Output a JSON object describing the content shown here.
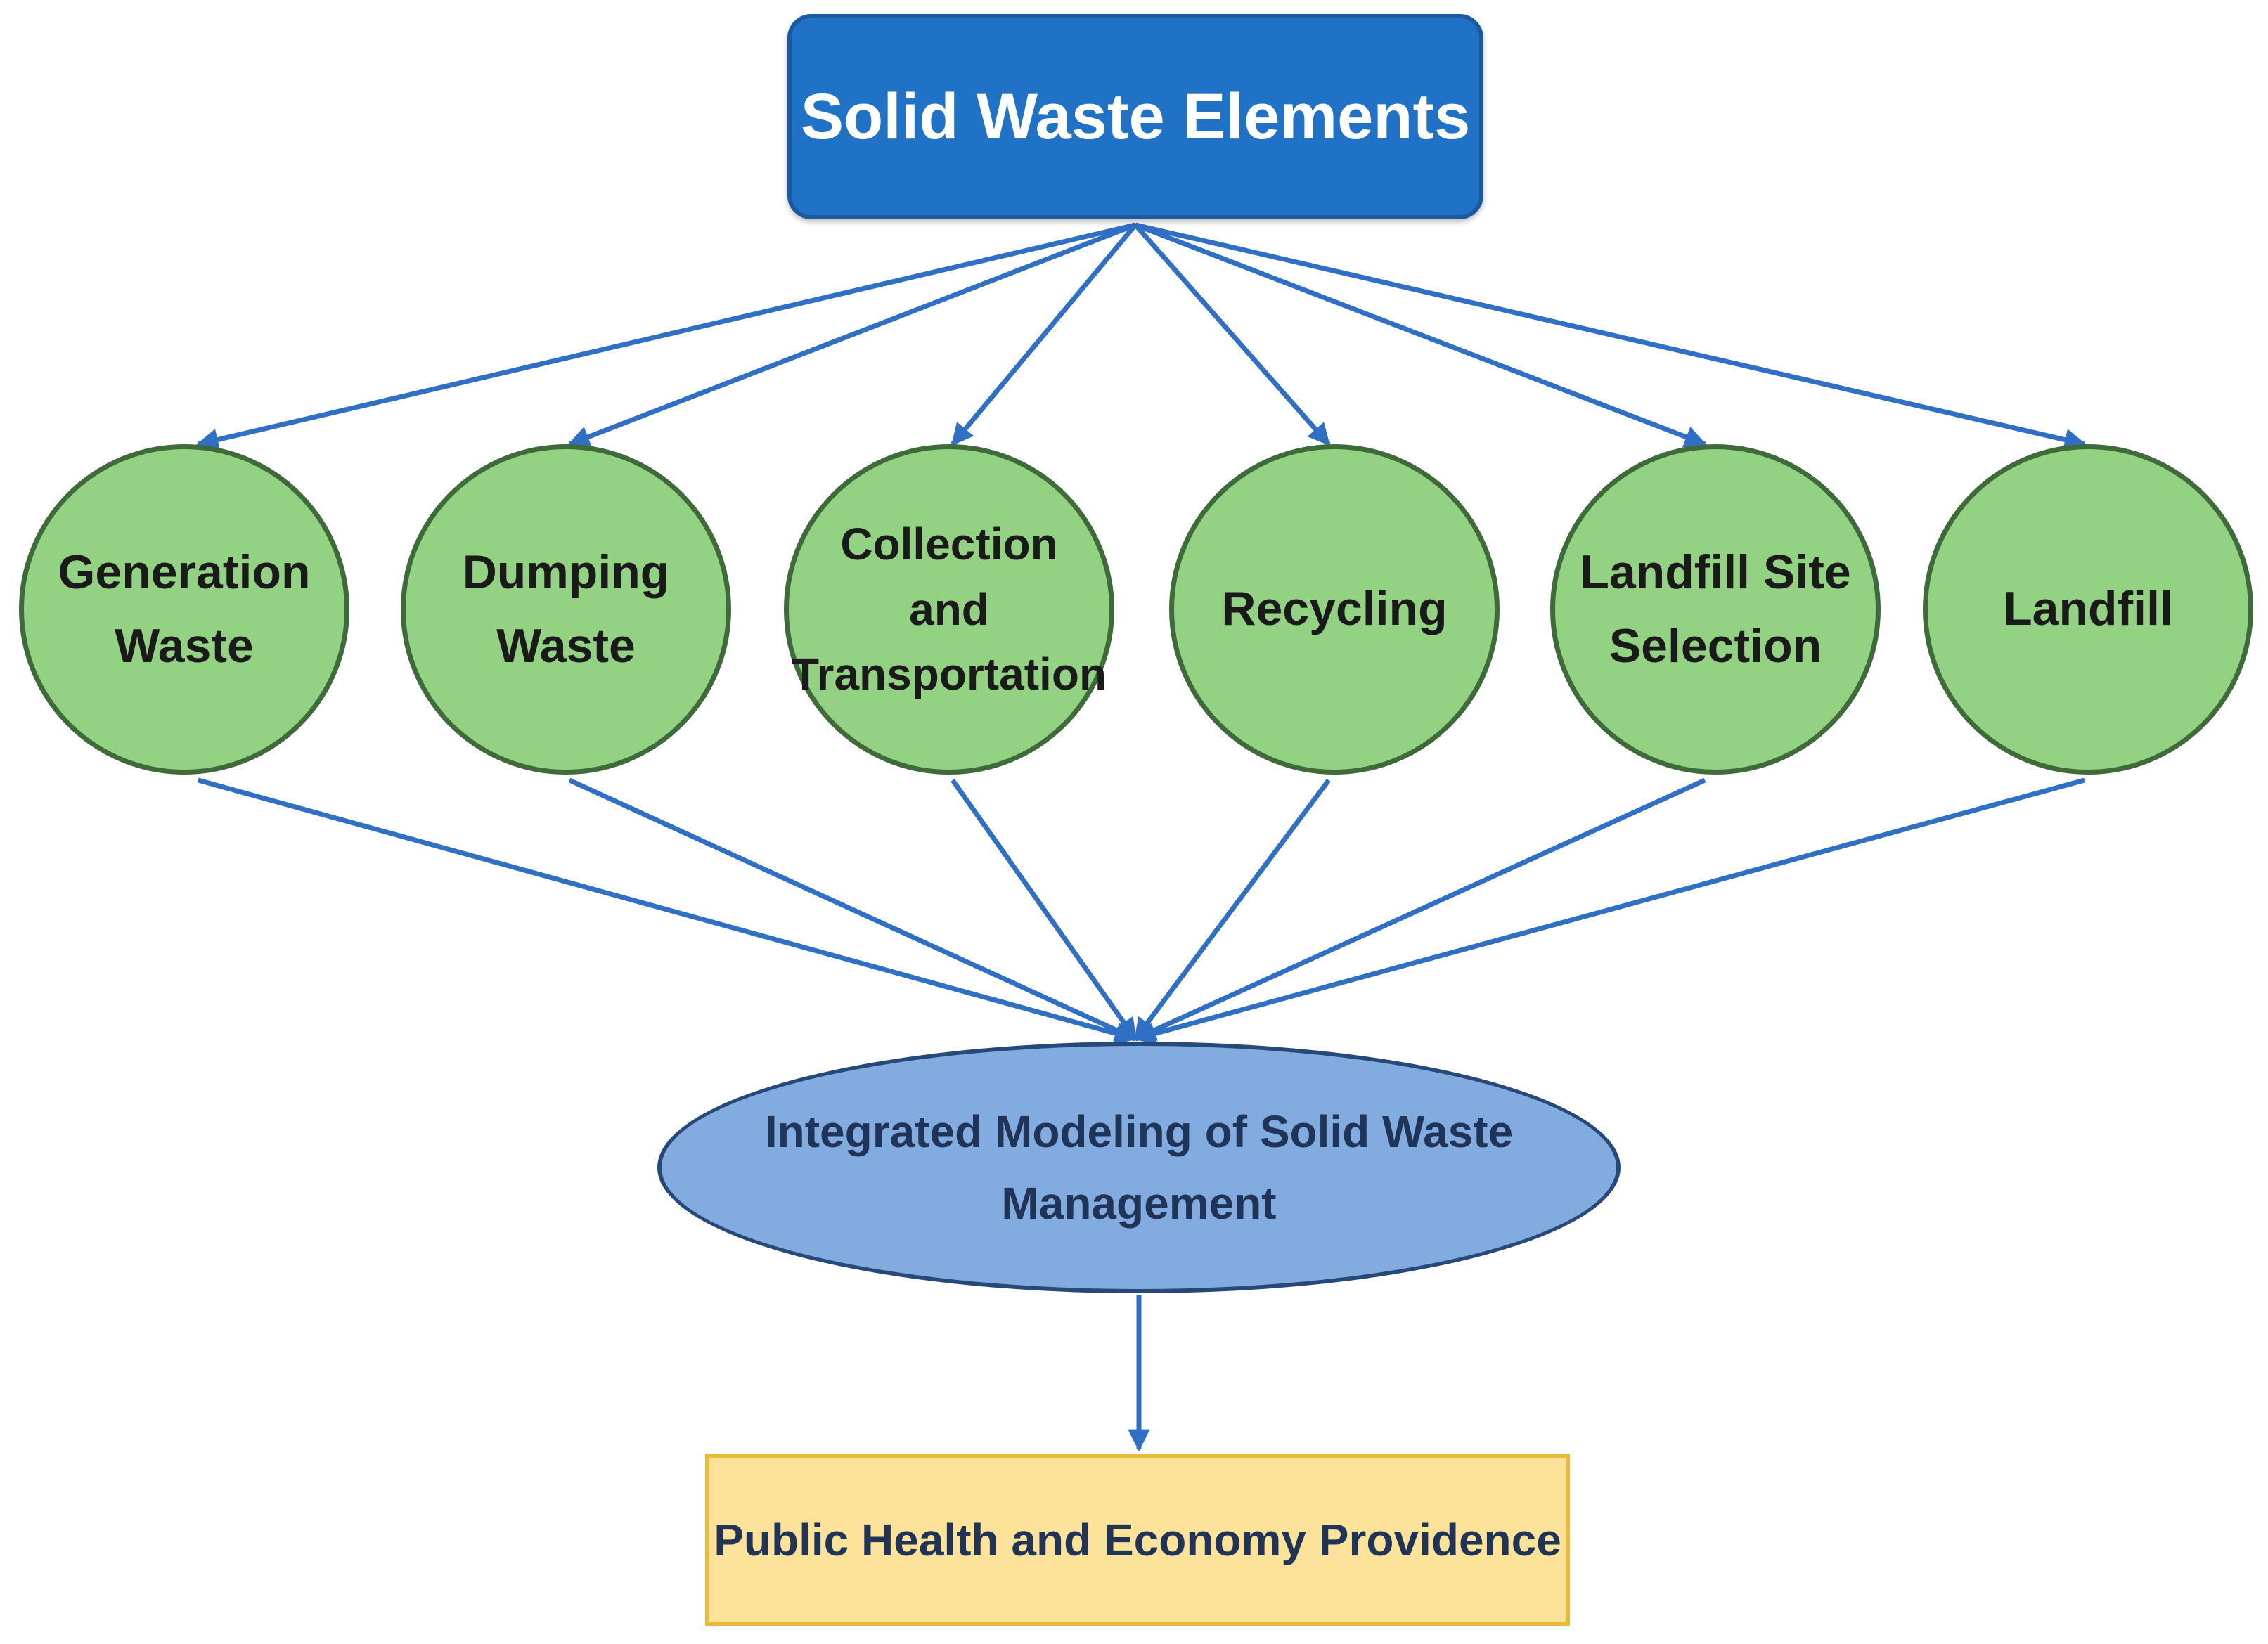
{
  "diagram": {
    "top": {
      "label": "Solid Waste Elements"
    },
    "elements": [
      {
        "lines": [
          "Generation",
          "Waste"
        ]
      },
      {
        "lines": [
          "Dumping",
          "Waste"
        ]
      },
      {
        "lines": [
          "Collection",
          "and",
          "Transportation"
        ]
      },
      {
        "lines": [
          "Recycling"
        ]
      },
      {
        "lines": [
          "Landfill Site",
          "Selection"
        ]
      },
      {
        "lines": [
          "Landfill"
        ]
      }
    ],
    "integration": {
      "lines": [
        "Integrated Modeling of Solid Waste",
        "Management"
      ]
    },
    "outcome": {
      "label": "Public Health and Economy Providence"
    }
  },
  "colors": {
    "arrow": "#2f6fc4",
    "top_fill": "#1f72c6",
    "circle_fill": "#92d282",
    "ellipse_fill": "#82abdf",
    "outcome_fill": "#fde39a"
  }
}
